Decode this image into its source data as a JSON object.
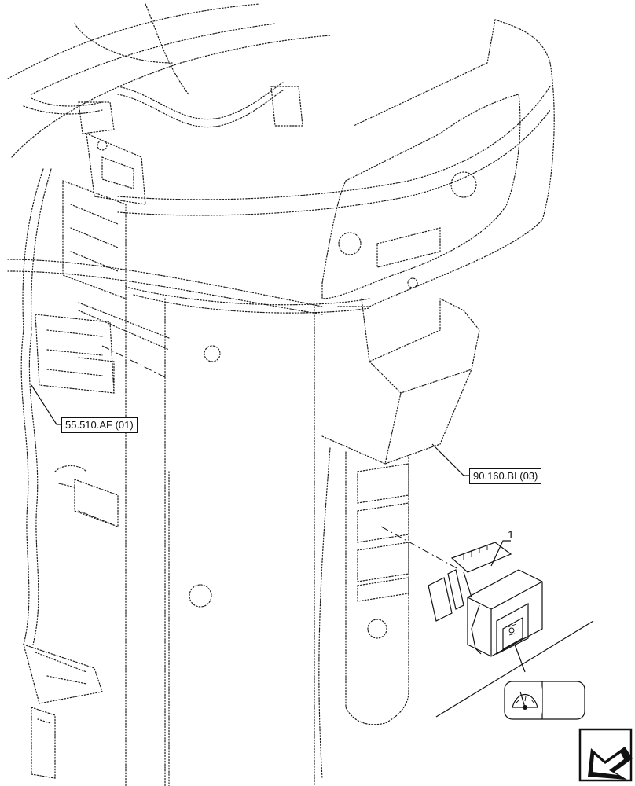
{
  "labels": {
    "ref_left": "55.510.AF (01)",
    "ref_right": "90.160.BI (03)",
    "callout_1": "1"
  },
  "icons": {
    "wiper_symbol": "windshield-wiper-icon",
    "nav_arrow": "previous-page-arrow-icon"
  }
}
